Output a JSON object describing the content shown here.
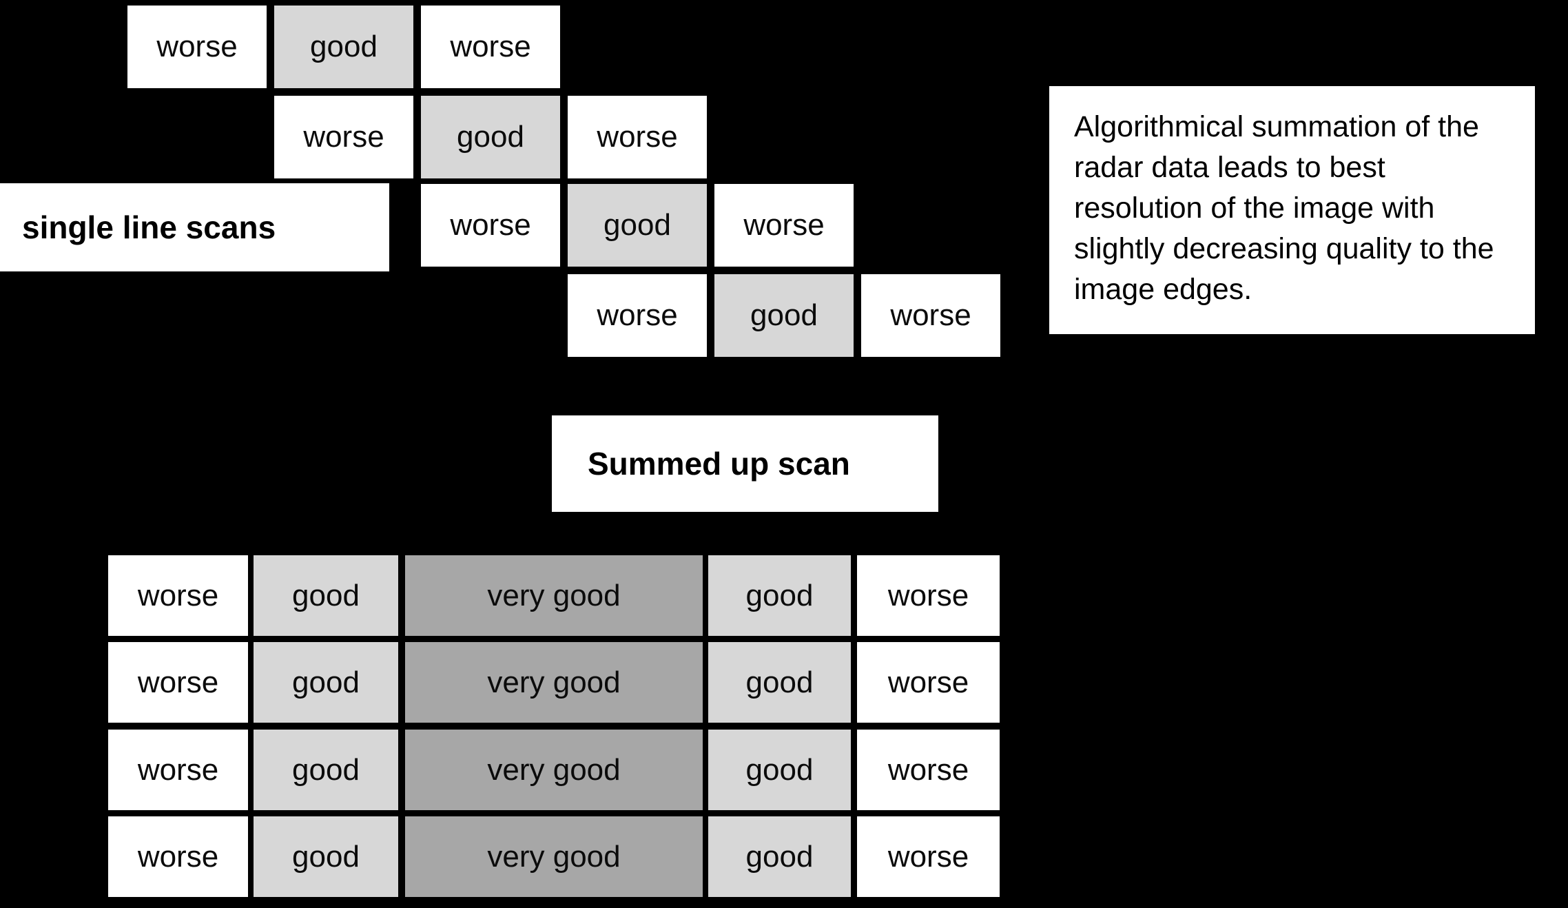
{
  "canvas": {
    "background": "#000000"
  },
  "colors": {
    "worse": "#ffffff",
    "good": "#d7d7d7",
    "very_good": "#a7a7a7",
    "text": "#000000"
  },
  "single_line_scans": {
    "label": "single line scans",
    "rows": [
      {
        "cells": [
          {
            "label": "worse",
            "tone": "worse"
          },
          {
            "label": "good",
            "tone": "good"
          },
          {
            "label": "worse",
            "tone": "worse"
          }
        ]
      },
      {
        "cells": [
          {
            "label": "worse",
            "tone": "worse"
          },
          {
            "label": "good",
            "tone": "good"
          },
          {
            "label": "worse",
            "tone": "worse"
          }
        ]
      },
      {
        "cells": [
          {
            "label": "worse",
            "tone": "worse"
          },
          {
            "label": "good",
            "tone": "good"
          },
          {
            "label": "worse",
            "tone": "worse"
          }
        ]
      },
      {
        "cells": [
          {
            "label": "worse",
            "tone": "worse"
          },
          {
            "label": "good",
            "tone": "good"
          },
          {
            "label": "worse",
            "tone": "worse"
          }
        ]
      }
    ]
  },
  "summed_scan": {
    "label": "Summed up scan",
    "rows": [
      {
        "cells": [
          {
            "label": "worse",
            "tone": "worse"
          },
          {
            "label": "good",
            "tone": "good"
          },
          {
            "label": "very good",
            "tone": "very_good"
          },
          {
            "label": "good",
            "tone": "good"
          },
          {
            "label": "worse",
            "tone": "worse"
          }
        ]
      },
      {
        "cells": [
          {
            "label": "worse",
            "tone": "worse"
          },
          {
            "label": "good",
            "tone": "good"
          },
          {
            "label": "very good",
            "tone": "very_good"
          },
          {
            "label": "good",
            "tone": "good"
          },
          {
            "label": "worse",
            "tone": "worse"
          }
        ]
      },
      {
        "cells": [
          {
            "label": "worse",
            "tone": "worse"
          },
          {
            "label": "good",
            "tone": "good"
          },
          {
            "label": "very good",
            "tone": "very_good"
          },
          {
            "label": "good",
            "tone": "good"
          },
          {
            "label": "worse",
            "tone": "worse"
          }
        ]
      },
      {
        "cells": [
          {
            "label": "worse",
            "tone": "worse"
          },
          {
            "label": "good",
            "tone": "good"
          },
          {
            "label": "very good",
            "tone": "very_good"
          },
          {
            "label": "good",
            "tone": "good"
          },
          {
            "label": "worse",
            "tone": "worse"
          }
        ]
      }
    ]
  },
  "note": {
    "lines": [
      "Algorithmical summation of the",
      "radar data leads to best",
      "resolution of the image with",
      "slightly decreasing quality to the",
      "image edges."
    ]
  }
}
